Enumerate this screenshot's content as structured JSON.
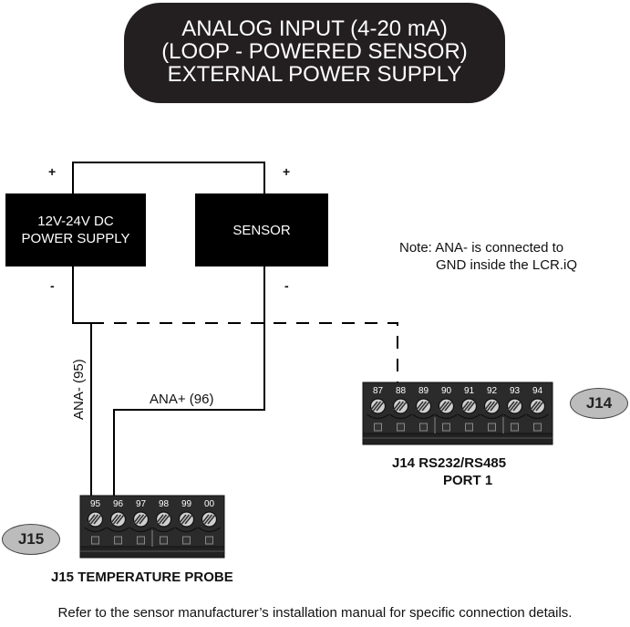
{
  "title": {
    "lines": [
      "ANALOG INPUT (4-20 mA)",
      "(LOOP - POWERED SENSOR)",
      "EXTERNAL POWER SUPPLY"
    ]
  },
  "power_supply": {
    "lines": [
      "12V-24V DC",
      "POWER SUPPLY"
    ],
    "plus": "+",
    "minus": "-"
  },
  "sensor": {
    "label": "SENSOR",
    "plus": "+",
    "minus": "-"
  },
  "note": {
    "lines": [
      "Note: ANA- is connected to",
      "GND inside the LCR.iQ"
    ]
  },
  "wires": {
    "ana_minus": "ANA- (95)",
    "ana_plus": "ANA+ (96)"
  },
  "j14": {
    "badge": "J14",
    "terminals": [
      "87",
      "88",
      "89",
      "90",
      "91",
      "92",
      "93",
      "94"
    ],
    "caption_lines": [
      "J14  RS232/RS485",
      "PORT 1"
    ]
  },
  "j15": {
    "badge": "J15",
    "terminals": [
      "95",
      "96",
      "97",
      "98",
      "99",
      "00"
    ],
    "caption": "J15  TEMPERATURE PROBE"
  },
  "footer": "Refer to the sensor manufacturer’s installation manual for specific connection details.",
  "colors": {
    "title_bg": "#231f20",
    "connector_body": "#2b2b2b",
    "badge_fill": "#bcbcbc"
  }
}
